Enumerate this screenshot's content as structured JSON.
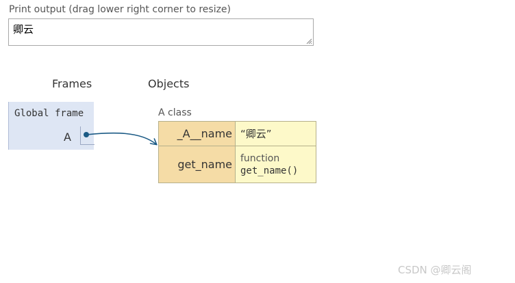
{
  "print_output": {
    "label": "Print output (drag lower right corner to resize)",
    "value": "卿云"
  },
  "headers": {
    "frames": "Frames",
    "objects": "Objects"
  },
  "global_frame": {
    "title": "Global frame",
    "variable": "A"
  },
  "class_object": {
    "label": "A class",
    "rows": [
      {
        "key": "_A__name",
        "value": "“卿云”"
      },
      {
        "key": "get_name",
        "value_type": "function",
        "value_name": "get_name()"
      }
    ]
  },
  "colors": {
    "frame_bg": "#dee6f4",
    "key_bg": "#f5dca6",
    "value_bg": "#fdf9c9",
    "arrow": "#1b5a85"
  },
  "watermark": "CSDN @卿云阁"
}
